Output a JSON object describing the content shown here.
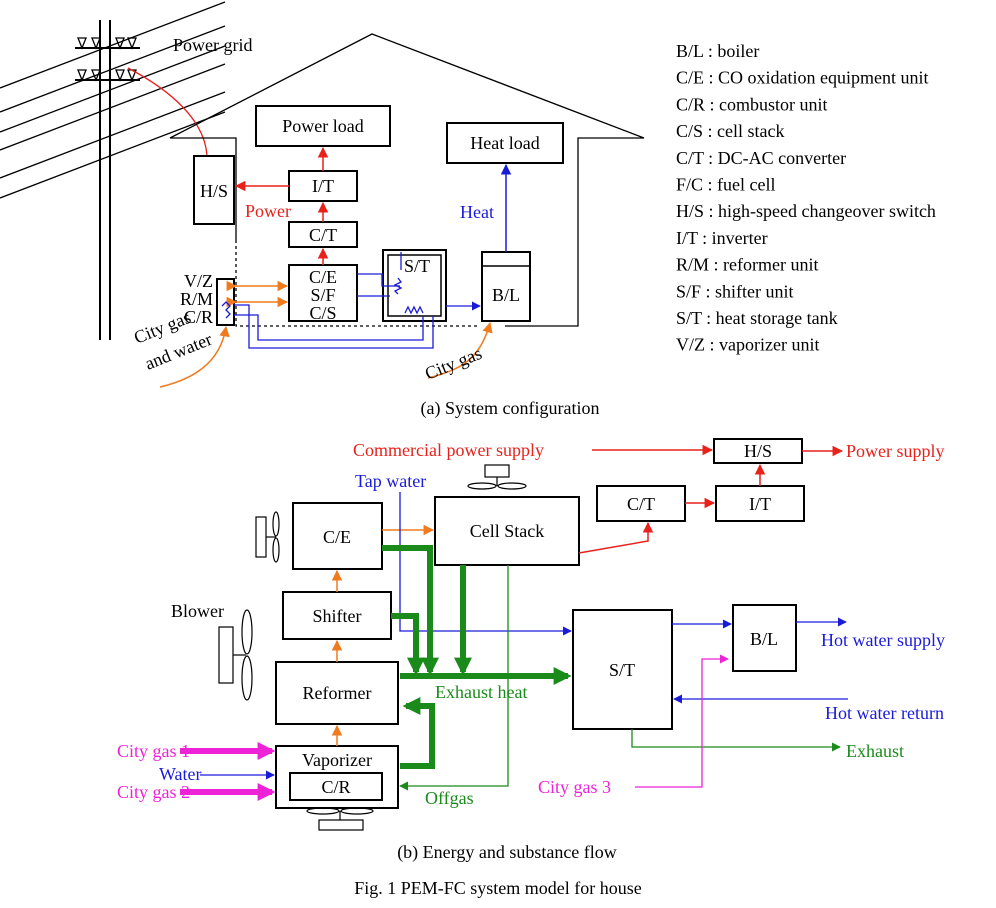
{
  "part_a": {
    "power_grid": "Power grid",
    "power_load": "Power load",
    "heat_load": "Heat load",
    "hs": "H/S",
    "it": "I/T",
    "ct": "C/T",
    "ce": "C/E",
    "sf": "S/F",
    "cs": "C/S",
    "st": "S/T",
    "bl": "B/L",
    "vz": "V/Z",
    "rm": "R/M",
    "cr": "C/R",
    "power": "Power",
    "heat": "Heat",
    "city_gas_water_1": "City gas",
    "city_gas_water_2": "and water",
    "city_gas": "City gas",
    "caption": "(a)  System configuration"
  },
  "legend": [
    "B/L : boiler",
    "C/E : CO oxidation equipment unit",
    "C/R : combustor unit",
    "C/S : cell stack",
    "C/T : DC-AC converter",
    "F/C : fuel cell",
    "H/S : high-speed changeover switch",
    "I/T :  inverter",
    "R/M : reformer unit",
    "S/F : shifter unit",
    "S/T : heat storage tank",
    "V/Z : vaporizer unit"
  ],
  "part_b": {
    "commercial_power": "Commercial power supply",
    "hs": "H/S",
    "power_supply": "Power supply",
    "tap_water": "Tap water",
    "ce": "C/E",
    "cell_stack": "Cell Stack",
    "ct": "C/T",
    "it": "I/T",
    "blower": "Blower",
    "shifter": "Shifter",
    "st": "S/T",
    "bl": "B/L",
    "hot_water_supply": "Hot water supply",
    "reformer": "Reformer",
    "exhaust_heat": "Exhaust heat",
    "hot_water_return": "Hot water return",
    "city_gas_1": "City gas 1",
    "water": "Water",
    "city_gas_2": "City gas 2",
    "vaporizer": "Vaporizer",
    "cr": "C/R",
    "exhaust": "Exhaust",
    "city_gas_3": "City gas 3",
    "offgas": "Offgas",
    "caption": "(b)  Energy and substance flow"
  },
  "figure_caption": "Fig. 1  PEM-FC system model for house",
  "colors": {
    "power": "#e8211b",
    "water": "#1a1ad9",
    "gas": "#ee22d6",
    "heat": "#1a8a1a",
    "fuel": "#f07a1e"
  }
}
